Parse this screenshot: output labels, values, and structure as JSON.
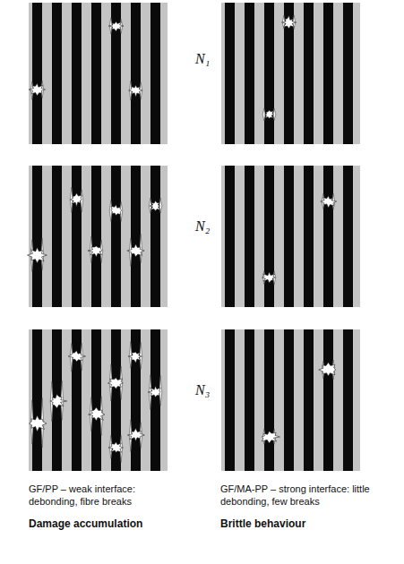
{
  "diagram": {
    "labels": [
      "N₁",
      "N₂",
      "N₃",
      "GF/PP – weak interface: debonding, fibre breaks",
      "Damage accumulation",
      "GF/MA-PP – strong interface: little debonding, few breaks",
      "Brittle behaviour"
    ]
  }
}
